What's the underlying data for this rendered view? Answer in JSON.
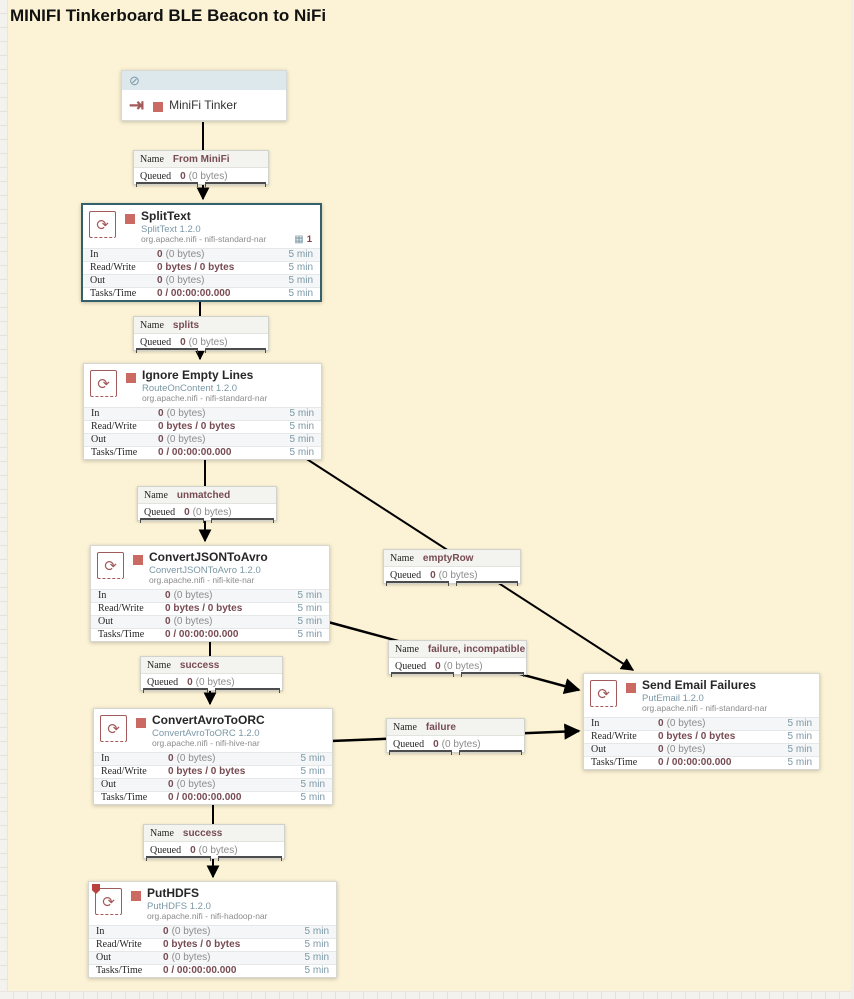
{
  "page": {
    "title": "MINIFI Tinkerboard BLE Beacon to NiFi"
  },
  "labels": {
    "name": "Name",
    "queued": "Queued",
    "in": "In",
    "read_write": "Read/Write",
    "out": "Out",
    "tasks_time": "Tasks/Time",
    "window": "5 min"
  },
  "colors": {
    "canvas": "#fcf3d6",
    "processor_accent": "#a35a5a",
    "stopped_square": "#cb6a63",
    "value_strong": "#774b52",
    "type_text": "#7b98a6",
    "selected_border": "#33606a",
    "wire": "#000000"
  },
  "input_port": {
    "name": "MiniFi Tinker"
  },
  "processors": [
    {
      "title": "SplitText",
      "type": "SplitText 1.2.0",
      "bundle": "org.apache.nifi - nifi-standard-nar",
      "badge_count": "1",
      "in_strong": "0",
      "in_muted": "(0 bytes)",
      "rw_strong": "0 bytes / 0 bytes",
      "out_strong": "0",
      "out_muted": "(0 bytes)",
      "tasks_strong": "0 / 00:00:00.000"
    },
    {
      "title": "Ignore Empty Lines",
      "type": "RouteOnContent 1.2.0",
      "bundle": "org.apache.nifi - nifi-standard-nar",
      "in_strong": "0",
      "in_muted": "(0 bytes)",
      "rw_strong": "0 bytes / 0 bytes",
      "out_strong": "0",
      "out_muted": "(0 bytes)",
      "tasks_strong": "0 / 00:00:00.000"
    },
    {
      "title": "ConvertJSONToAvro",
      "type": "ConvertJSONToAvro 1.2.0",
      "bundle": "org.apache.nifi - nifi-kite-nar",
      "in_strong": "0",
      "in_muted": "(0 bytes)",
      "rw_strong": "0 bytes / 0 bytes",
      "out_strong": "0",
      "out_muted": "(0 bytes)",
      "tasks_strong": "0 / 00:00:00.000"
    },
    {
      "title": "ConvertAvroToORC",
      "type": "ConvertAvroToORC 1.2.0",
      "bundle": "org.apache.nifi - nifi-hive-nar",
      "in_strong": "0",
      "in_muted": "(0 bytes)",
      "rw_strong": "0 bytes / 0 bytes",
      "out_strong": "0",
      "out_muted": "(0 bytes)",
      "tasks_strong": "0 / 00:00:00.000"
    },
    {
      "title": "Send Email Failures",
      "type": "PutEmail 1.2.0",
      "bundle": "org.apache.nifi - nifi-standard-nar",
      "in_strong": "0",
      "in_muted": "(0 bytes)",
      "rw_strong": "0 bytes / 0 bytes",
      "out_strong": "0",
      "out_muted": "(0 bytes)",
      "tasks_strong": "0 / 00:00:00.000"
    },
    {
      "title": "PutHDFS",
      "type": "PutHDFS 1.2.0",
      "bundle": "org.apache.nifi - nifi-hadoop-nar",
      "in_strong": "0",
      "in_muted": "(0 bytes)",
      "rw_strong": "0 bytes / 0 bytes",
      "out_strong": "0",
      "out_muted": "(0 bytes)",
      "tasks_strong": "0 / 00:00:00.000"
    }
  ],
  "connections": [
    {
      "name": "From MiniFi",
      "queued_strong": "0",
      "queued_muted": "(0 bytes)"
    },
    {
      "name": "splits",
      "queued_strong": "0",
      "queued_muted": "(0 bytes)"
    },
    {
      "name": "unmatched",
      "queued_strong": "0",
      "queued_muted": "(0 bytes)"
    },
    {
      "name": "emptyRow",
      "queued_strong": "0",
      "queued_muted": "(0 bytes)"
    },
    {
      "name": "success",
      "queued_strong": "0",
      "queued_muted": "(0 bytes)"
    },
    {
      "name": "failure, incompatible",
      "queued_strong": "0",
      "queued_muted": "(0 bytes)"
    },
    {
      "name": "failure",
      "queued_strong": "0",
      "queued_muted": "(0 bytes)"
    },
    {
      "name": "success",
      "queued_strong": "0",
      "queued_muted": "(0 bytes)"
    }
  ]
}
